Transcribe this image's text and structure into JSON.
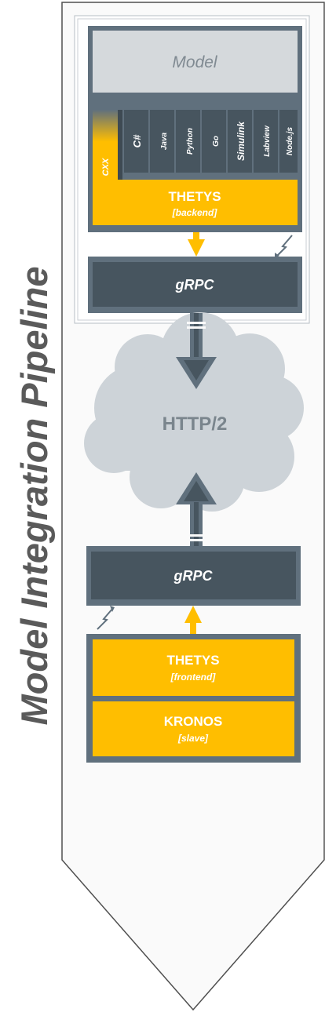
{
  "pipeline_title": "Model Integration Pipeline",
  "model_label": "Model",
  "languages": [
    "C#",
    "Java",
    "Python",
    "Go",
    "Simulink",
    "Labview",
    "Node.js"
  ],
  "cxx_label": "CXX",
  "backend": {
    "name": "THETYS",
    "role": "[backend]"
  },
  "grpc_top": "gRPC",
  "http_label": "HTTP/2",
  "grpc_bottom": "gRPC",
  "frontend": {
    "name": "THETYS",
    "role": "[frontend]"
  },
  "slave": {
    "name": "KRONOS",
    "role": "[slave]"
  },
  "colors": {
    "accent": "#FFBE00",
    "dark": "#47555F",
    "frame": "#60707D",
    "model_bg": "#D5D9DC",
    "cloud": "#CDD3D8",
    "outline": "#4F4F4F",
    "title_text": "#5A5A5A"
  }
}
